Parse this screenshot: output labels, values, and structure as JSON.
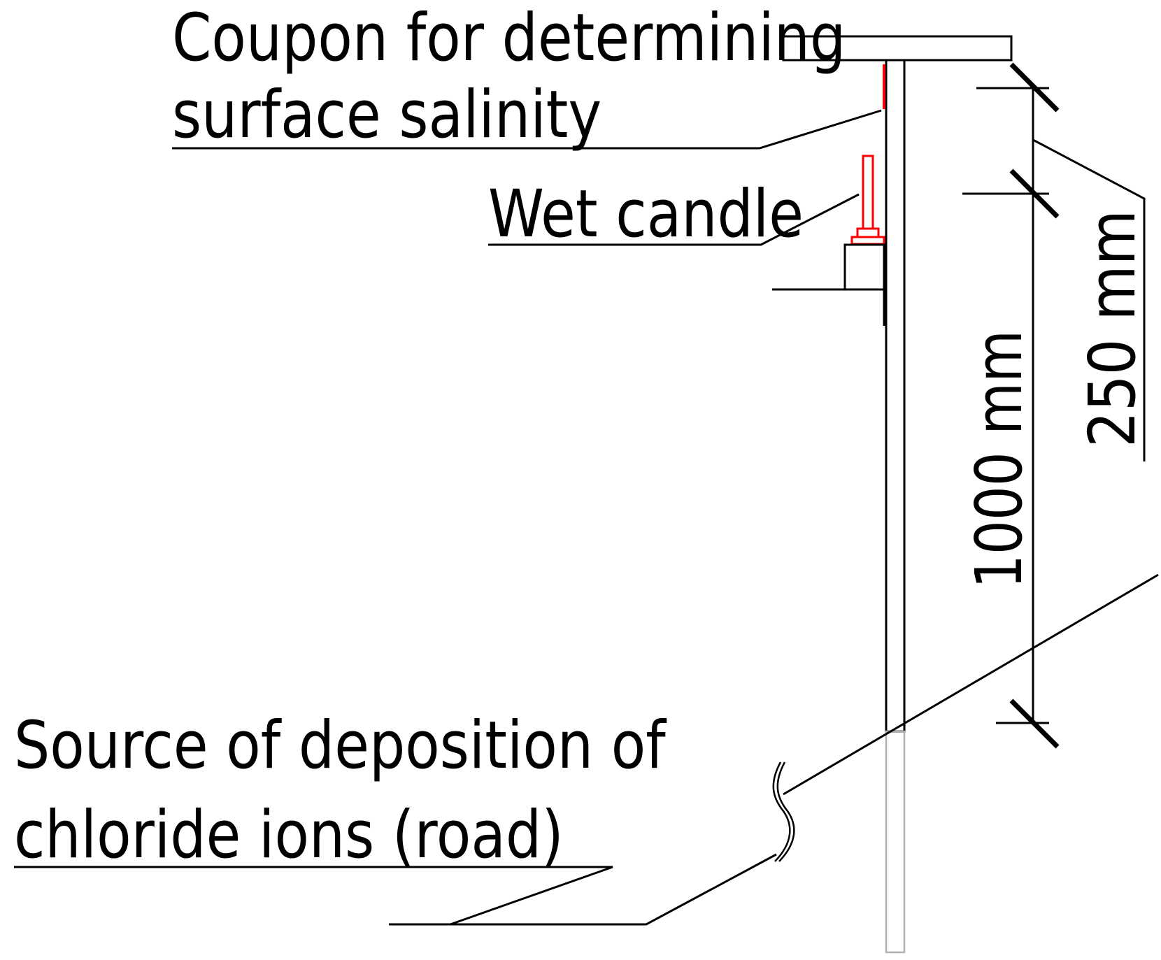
{
  "labels": {
    "coupon_line1": "Coupon for determining",
    "coupon_line2": "surface salinity",
    "wet_candle": "Wet candle",
    "source_line1": "Source of deposition of",
    "source_line2": "chloride ions (road)"
  },
  "dimensions": {
    "height_total": "1000 mm",
    "height_offset": "250 mm"
  },
  "colors": {
    "line": "#000000",
    "highlight": "#ff0000",
    "buried": "#b0b0b0"
  }
}
